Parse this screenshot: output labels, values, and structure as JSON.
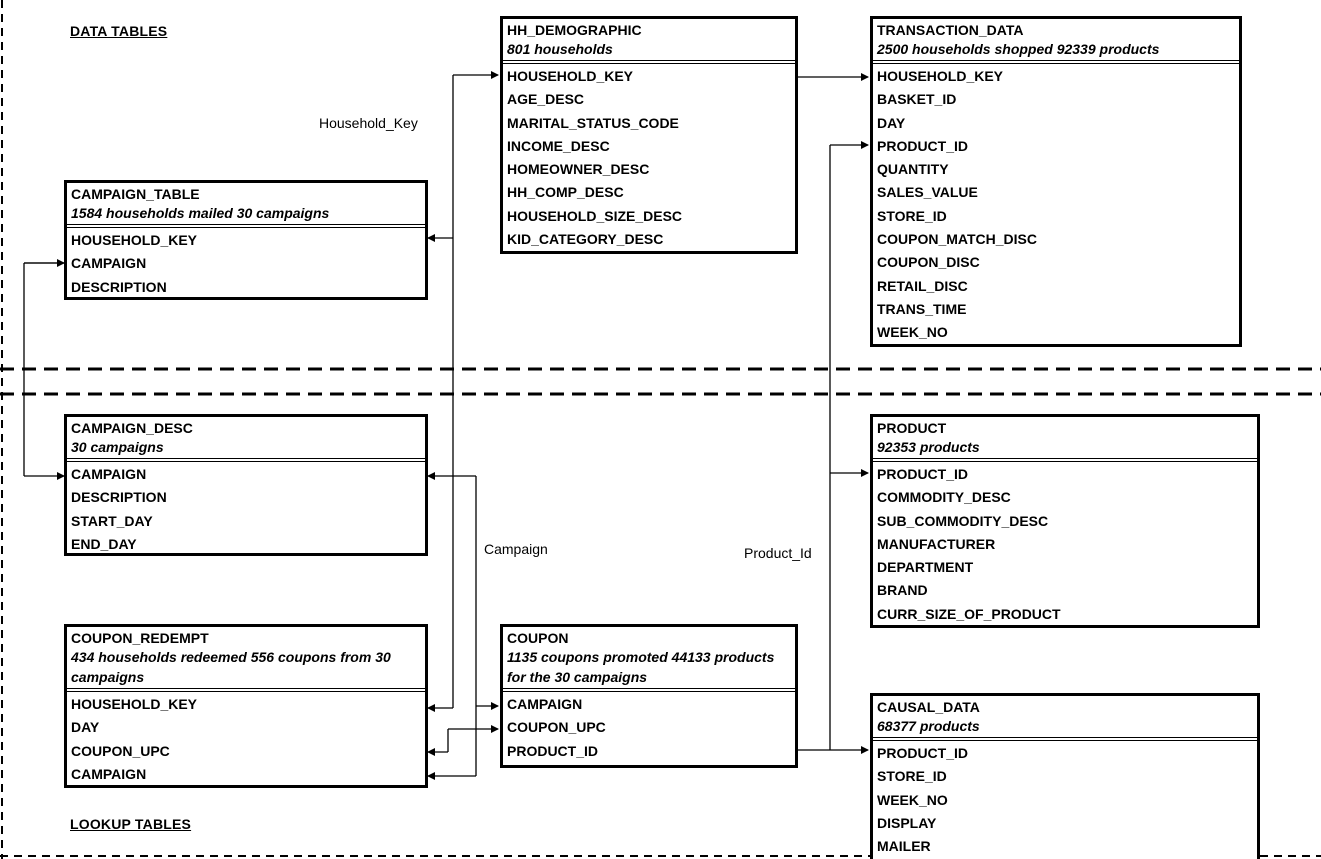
{
  "labels": {
    "data_tables": "DATA TABLES",
    "lookup_tables": "LOOKUP TABLES"
  },
  "connectors": {
    "household_key": "Household_Key",
    "campaign": "Campaign",
    "product_id": "Product_Id"
  },
  "tables": {
    "hh_demographic": {
      "name": "HH_DEMOGRAPHIC",
      "subtitle": "801 households",
      "fields": [
        "HOUSEHOLD_KEY",
        "AGE_DESC",
        "MARITAL_STATUS_CODE",
        "INCOME_DESC",
        "HOMEOWNER_DESC",
        "HH_COMP_DESC",
        "HOUSEHOLD_SIZE_DESC",
        "KID_CATEGORY_DESC"
      ]
    },
    "transaction_data": {
      "name": "TRANSACTION_DATA",
      "subtitle": "2500 households shopped 92339 products",
      "fields": [
        "HOUSEHOLD_KEY",
        "BASKET_ID",
        "DAY",
        "PRODUCT_ID",
        "QUANTITY",
        "SALES_VALUE",
        "STORE_ID",
        "COUPON_MATCH_DISC",
        "COUPON_DISC",
        "RETAIL_DISC",
        "TRANS_TIME",
        "WEEK_NO"
      ]
    },
    "campaign_table": {
      "name": "CAMPAIGN_TABLE",
      "subtitle": "1584 households mailed 30 campaigns",
      "fields": [
        "HOUSEHOLD_KEY",
        "CAMPAIGN",
        "DESCRIPTION"
      ]
    },
    "campaign_desc": {
      "name": "CAMPAIGN_DESC",
      "subtitle": "30 campaigns",
      "fields": [
        "CAMPAIGN",
        "DESCRIPTION",
        "START_DAY",
        "END_DAY"
      ]
    },
    "product": {
      "name": "PRODUCT",
      "subtitle": "92353 products",
      "fields": [
        "PRODUCT_ID",
        "COMMODITY_DESC",
        "SUB_COMMODITY_DESC",
        "MANUFACTURER",
        "DEPARTMENT",
        "BRAND",
        "CURR_SIZE_OF_PRODUCT"
      ]
    },
    "coupon_redempt": {
      "name": "COUPON_REDEMPT",
      "subtitle": "434 households redeemed 556 coupons from 30 campaigns",
      "fields": [
        "HOUSEHOLD_KEY",
        "DAY",
        "COUPON_UPC",
        "CAMPAIGN"
      ]
    },
    "coupon": {
      "name": "COUPON",
      "subtitle": "1135 coupons promoted 44133 products for the 30 campaigns",
      "fields": [
        "CAMPAIGN",
        "COUPON_UPC",
        "PRODUCT_ID"
      ]
    },
    "causal_data": {
      "name": "CAUSAL_DATA",
      "subtitle": "68377 products",
      "fields": [
        "PRODUCT_ID",
        "STORE_ID",
        "WEEK_NO",
        "DISPLAY",
        "MAILER"
      ]
    }
  }
}
